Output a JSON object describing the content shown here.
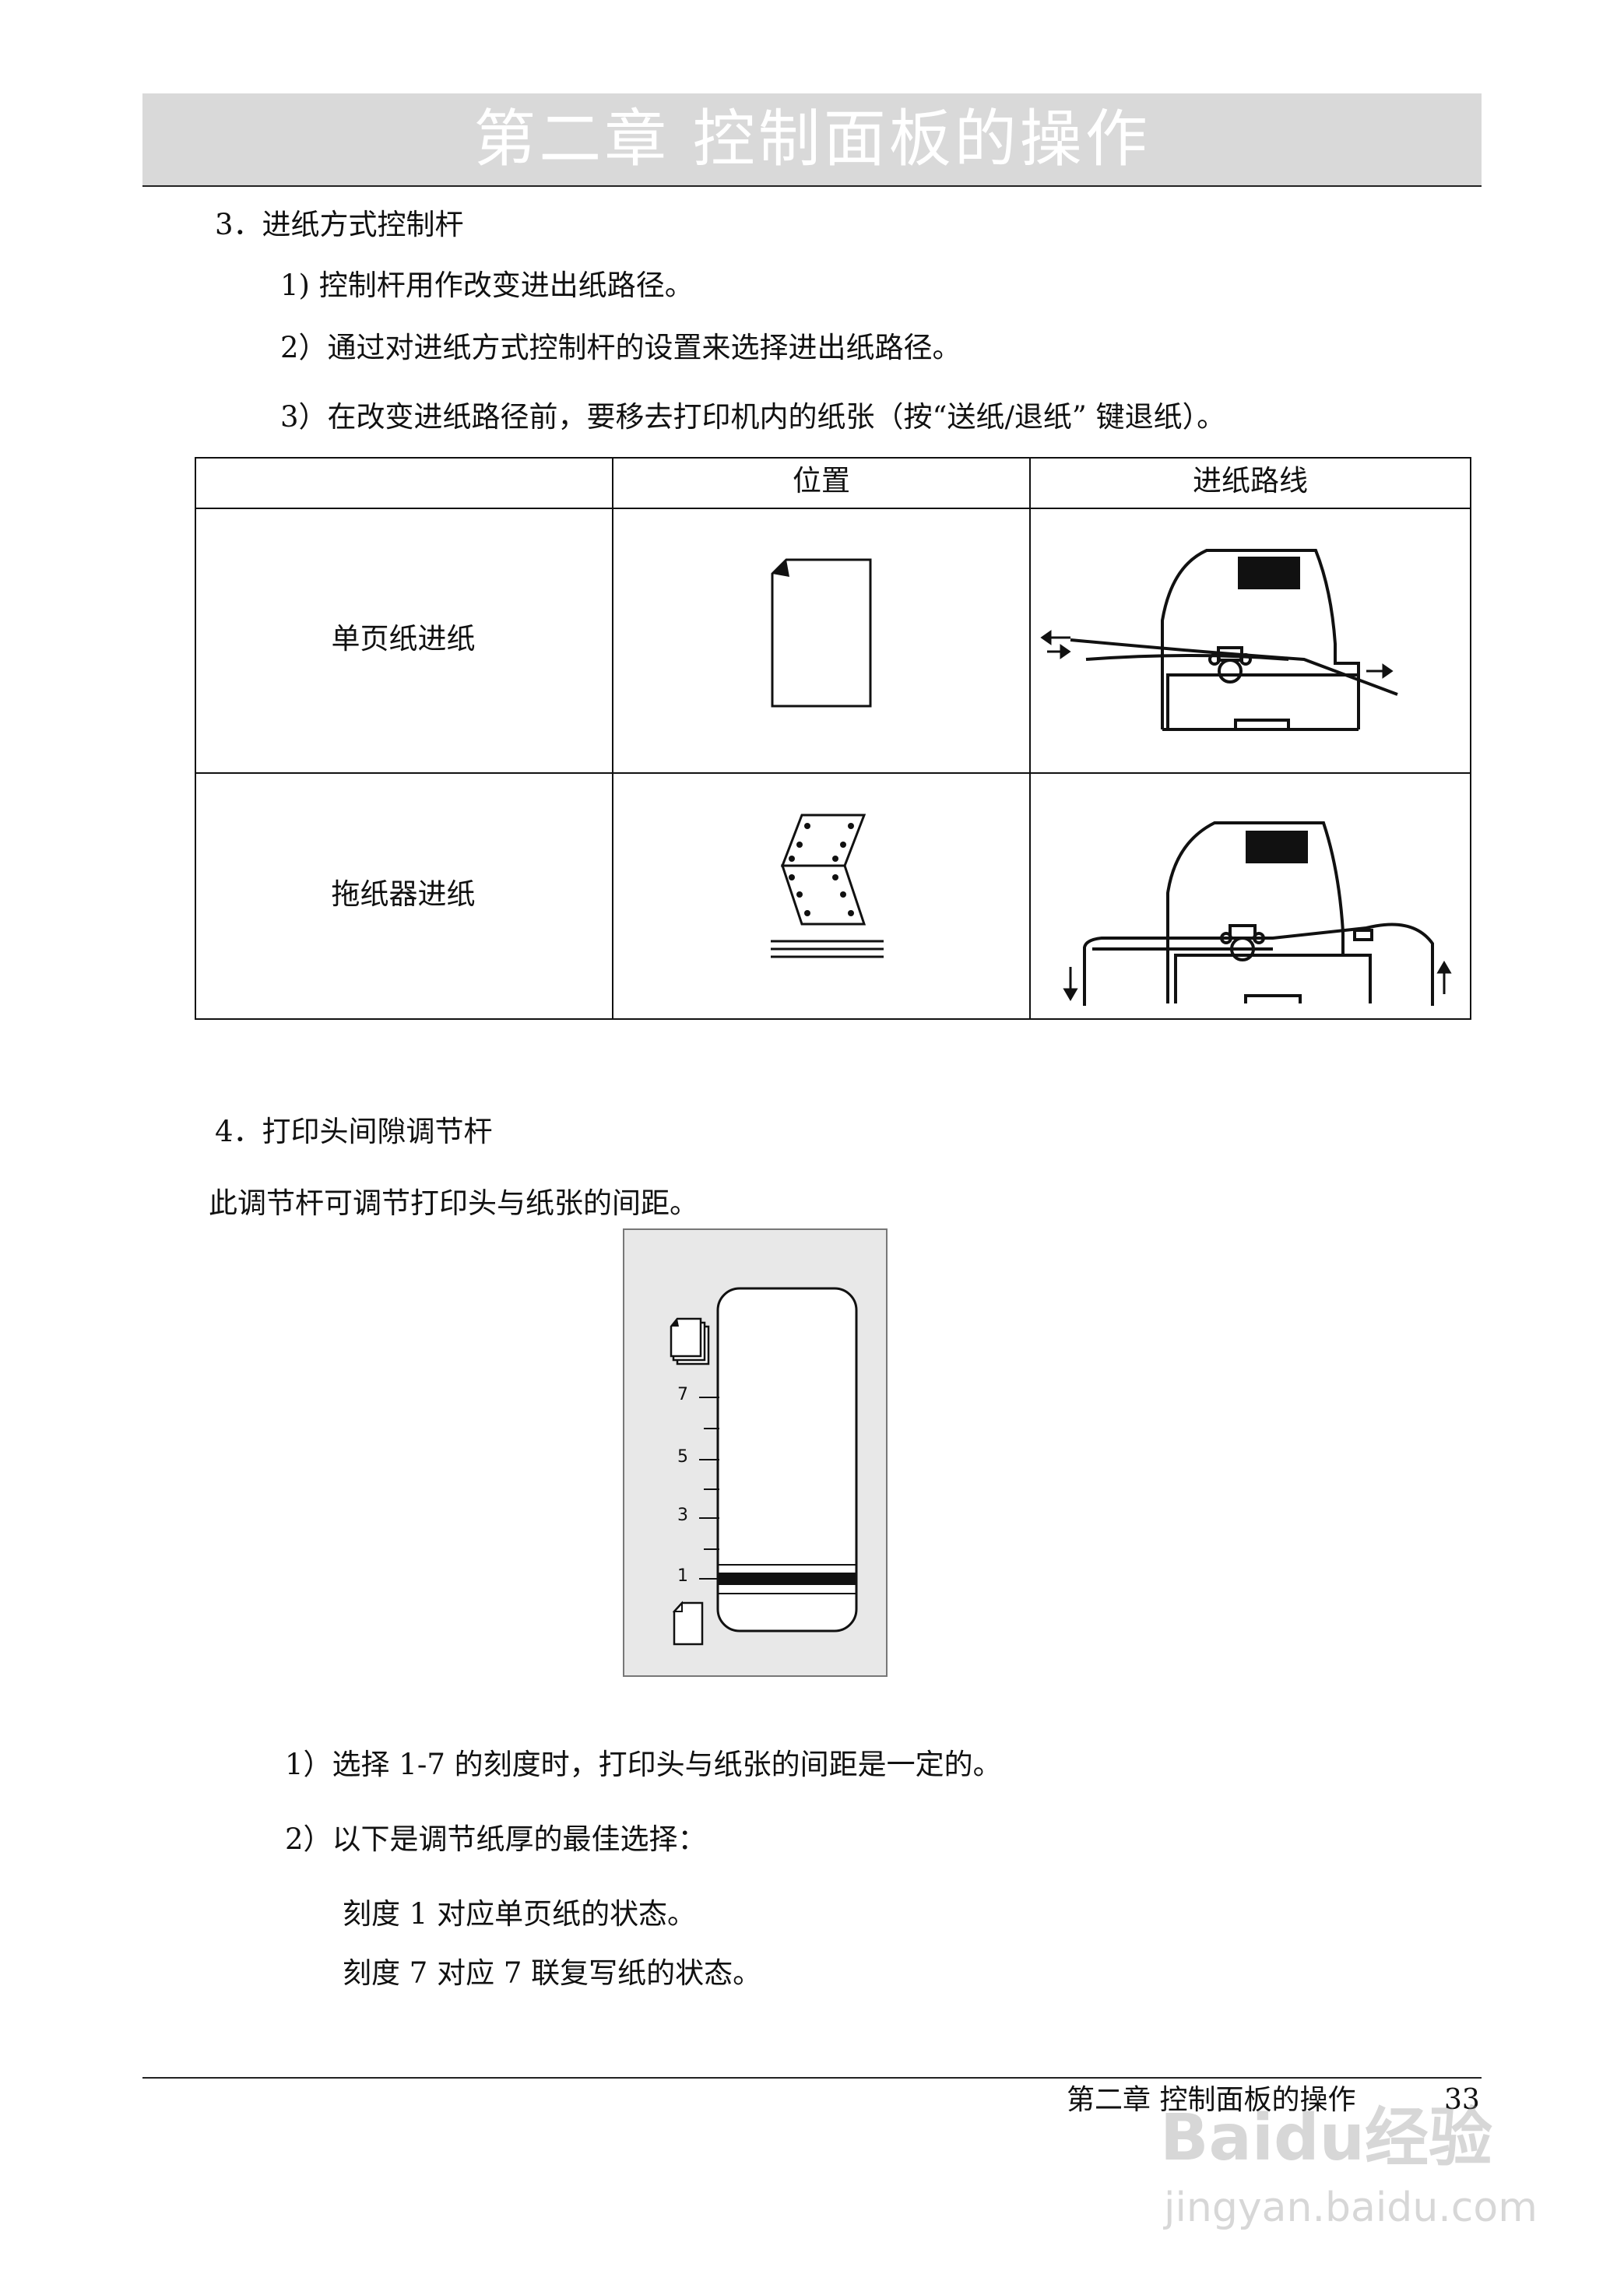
{
  "header": {
    "chapter_title": "第二章  控制面板的操作"
  },
  "section3": {
    "heading": "3．进纸方式控制杆",
    "items": [
      "1)   控制杆用作改变进出纸路径。",
      "2）通过对进纸方式控制杆的设置来选择进出纸路径。",
      "3）在改变进纸路径前，要移去打印机内的纸张（按“送纸/退纸” 键退纸）。"
    ],
    "table": {
      "headers": [
        "",
        "位置",
        "进纸路线"
      ],
      "rows": [
        {
          "label": "单页纸进纸",
          "position_icon": "single-sheet-icon",
          "path_icon": "printer-single-sheet-path-diagram"
        },
        {
          "label": "拖纸器进纸",
          "position_icon": "fanfold-paper-icon",
          "path_icon": "printer-tractor-path-diagram"
        }
      ]
    }
  },
  "section4": {
    "heading": "4．打印头间隙调节杆",
    "intro": "此调节杆可调节打印头与纸张的间距。",
    "gauge": {
      "tick_labels": [
        "7",
        "5",
        "3",
        "1"
      ],
      "top_icon": "multi-sheet-icon",
      "bottom_icon": "single-sheet-icon",
      "selected_value": 1
    },
    "items": [
      "1）选择 1-7 的刻度时，打印头与纸张的间距是一定的。",
      "2）以下是调节纸厚的最佳选择："
    ],
    "sub_items": [
      "刻度 1 对应单页纸的状态。",
      "刻度 7 对应 7 联复写纸的状态。"
    ]
  },
  "footer": {
    "chapter": "第二章  控制面板的操作",
    "page_number": "33"
  },
  "watermark": {
    "brand": "Baidu经验",
    "url": "jingyan.baidu.com"
  },
  "colors": {
    "banner": "#d9d9d9",
    "gauge_background": "#e8e8e8",
    "line": "#111111"
  }
}
